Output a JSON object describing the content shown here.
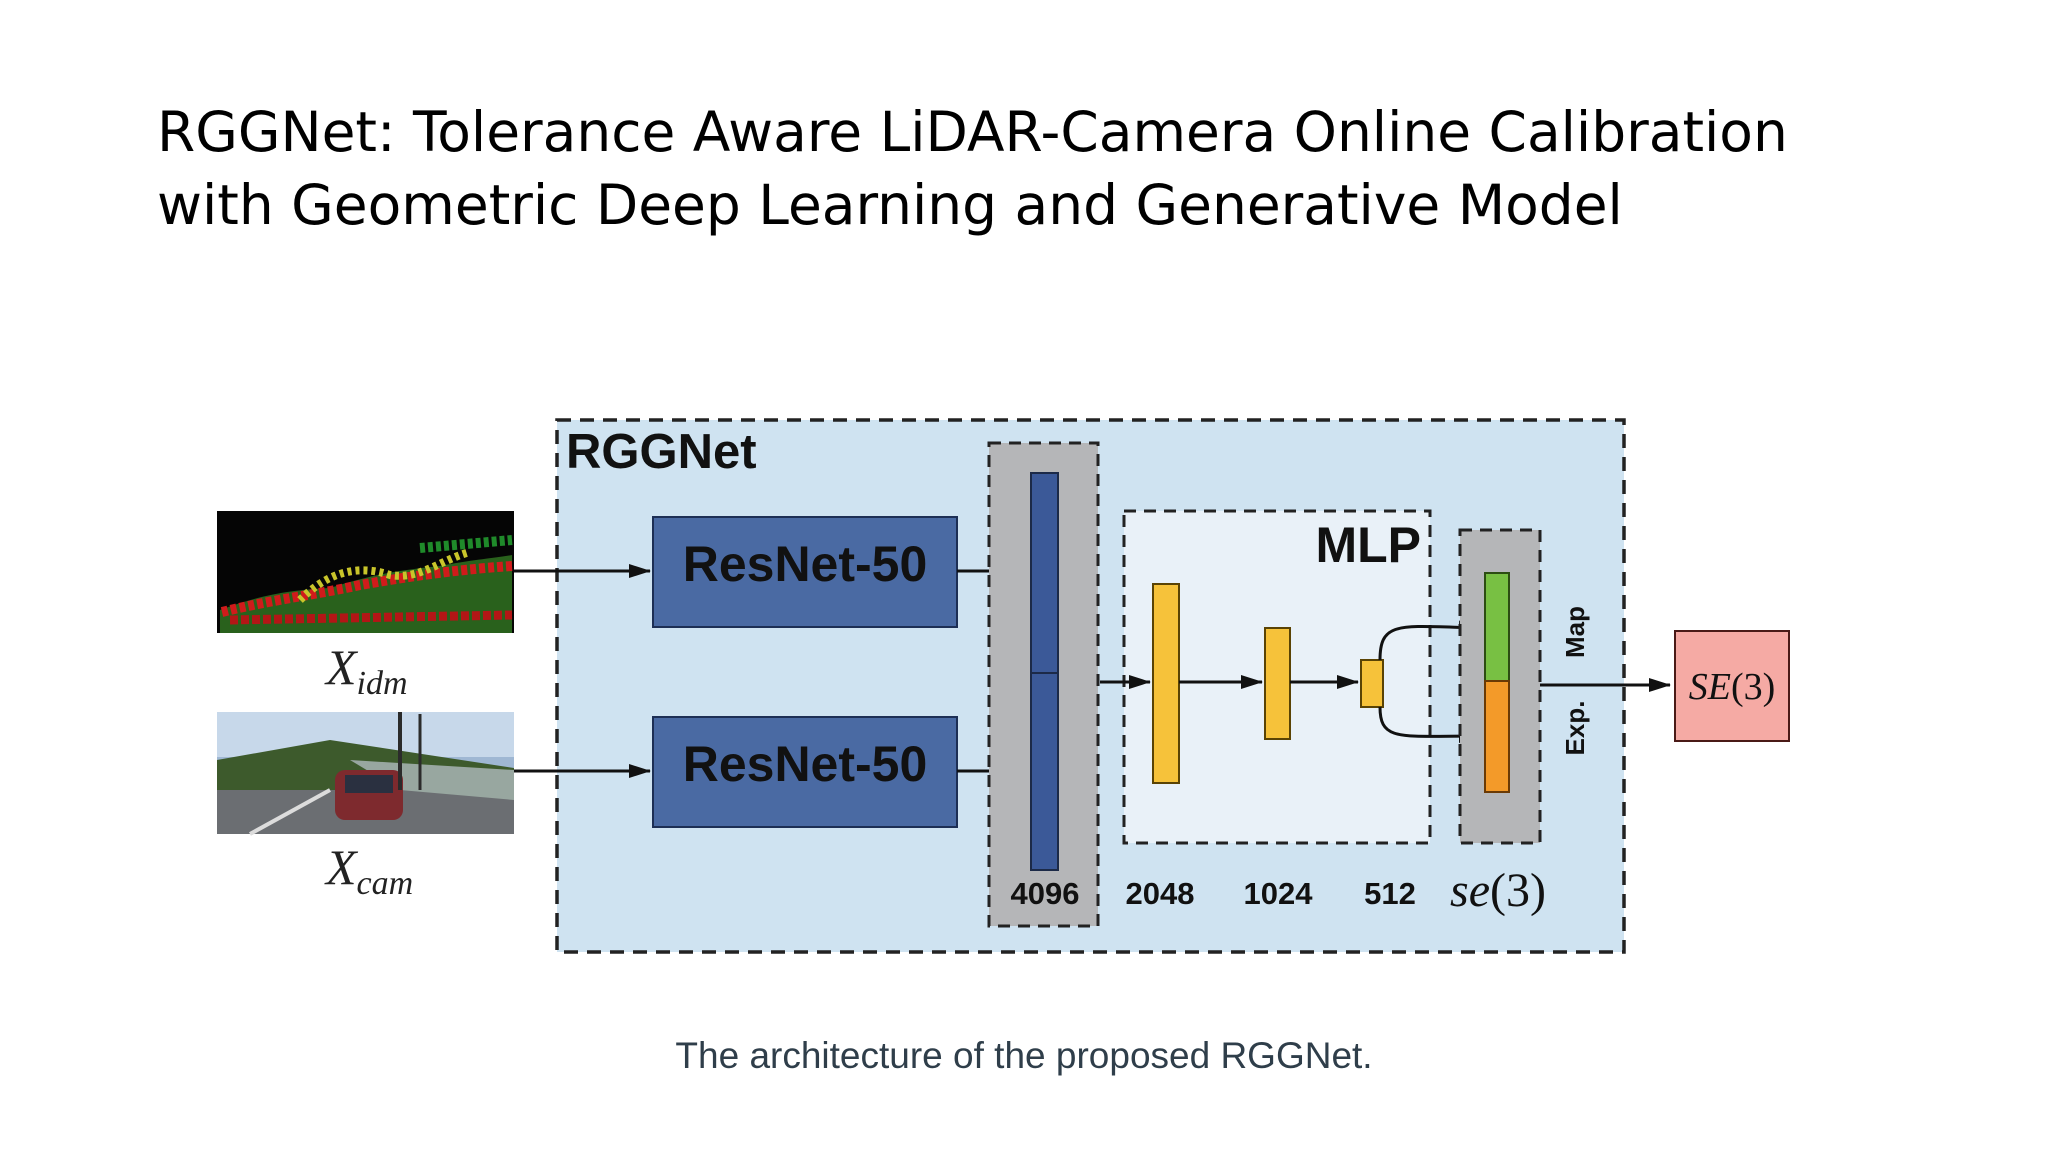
{
  "slide": {
    "title_line1": "RGGNet: Tolerance Aware LiDAR-Camera Online Calibration",
    "title_line2": "with Geometric Deep Learning and Generative Model",
    "caption": "The architecture of the proposed RGGNet."
  },
  "diagram": {
    "network_label": "RGGNet",
    "inputs": [
      {
        "symbol": "X",
        "subscript": "idm"
      },
      {
        "symbol": "X",
        "subscript": "cam"
      }
    ],
    "encoders": [
      "ResNet-50",
      "ResNet-50"
    ],
    "mlp_label": "MLP",
    "layer_sizes": [
      "4096",
      "2048",
      "1024",
      "512"
    ],
    "latent_label": {
      "symbol": "se",
      "suffix": "(3)"
    },
    "exp_map_labels": [
      "Exp.",
      "Map"
    ],
    "output_label": {
      "symbol": "SE",
      "suffix": "(3)"
    }
  },
  "colors": {
    "network_bg": "#cfe3f1",
    "mlp_bg": "#e9f1f8",
    "encoder_fill": "#4a6aa3",
    "concat_bg": "#b5b6b8",
    "feature_bar": "#3b5998",
    "mlp_bar": "#f6c23a",
    "se3_top": "#78c043",
    "se3_bottom": "#f39a29",
    "output_fill": "#f5aaa4"
  }
}
